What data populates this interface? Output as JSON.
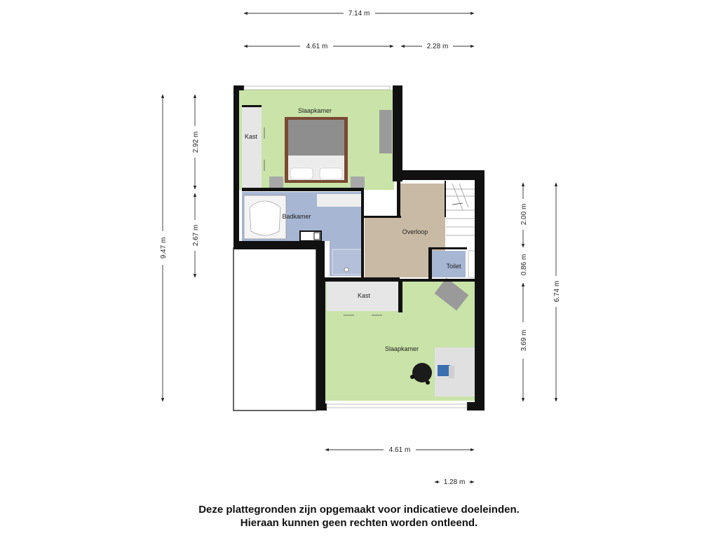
{
  "rooms": {
    "slaapkamer_top": "Slaapkamer",
    "kast_top": "Kast",
    "badkamer": "Badkamer",
    "overloop": "Overloop",
    "toilet": "Toilet",
    "kast_bottom": "Kast",
    "slaapkamer_bottom": "Slaapkamer"
  },
  "dimensions": {
    "top_total": "7.14 m",
    "top_left": "4.61 m",
    "top_right": "2.28 m",
    "left_total": "9.47 m",
    "left_upper": "2.92 m",
    "left_lower": "2.67 m",
    "right_a": "2.00 m",
    "right_b": "0.86 m",
    "right_c": "3.69 m",
    "right_total": "6.74 m",
    "bottom_width": "4.61 m",
    "bottom_small": "1.28 m"
  },
  "disclaimer": {
    "line1": "Deze plattegronden zijn opgemaakt voor indicatieve doeleinden.",
    "line2": "Hieraan kunnen geen rechten worden ontleend."
  },
  "colors": {
    "bedroom": "#c9e3a8",
    "bathroom": "#a7b6d3",
    "landing": "#c9baa5",
    "storage": "#e6e6e6",
    "wall": "#111111"
  }
}
